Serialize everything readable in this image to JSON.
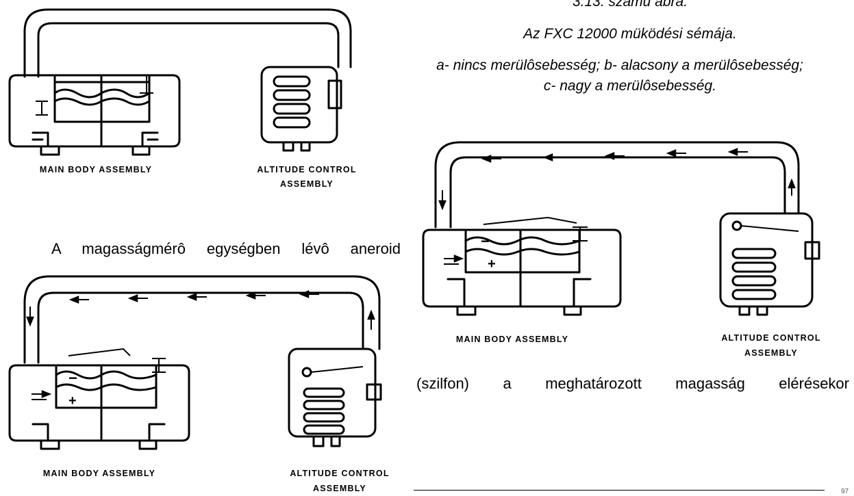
{
  "caption": {
    "figure": "3.13. számú ábra.",
    "title": "Az FXC 12000 müködési sémája.",
    "legend_line1": "a- nincs merülôsebesség; b- alacsony a merülôsebesség;",
    "legend_line2": "c- nagy a merülôsebesség."
  },
  "body": {
    "line1": "A magasságmérô egységben lévô aneroid",
    "line2": "(szilfon) a meghatározott magasság elérésekor"
  },
  "diagrams": [
    {
      "main_label": "MAIN BODY ASSEMBLY",
      "alt_label_line1": "ALTITUDE CONTROL",
      "alt_label_line2": "ASSEMBLY",
      "flow_arrows": false
    },
    {
      "main_label": "MAIN BODY ASSEMBLY",
      "alt_label_line1": "ALTITUDE CONTROL",
      "alt_label_line2": "ASSEMBLY",
      "flow_arrows": true
    },
    {
      "main_label": "MAIN BODY ASSEMBLY",
      "alt_label_line1": "ALTITUDE CONTROL",
      "alt_label_line2": "ASSEMBLY",
      "flow_arrows": true
    }
  ],
  "symbols": {
    "minus": "−",
    "plus": "+"
  },
  "page_number": "97"
}
